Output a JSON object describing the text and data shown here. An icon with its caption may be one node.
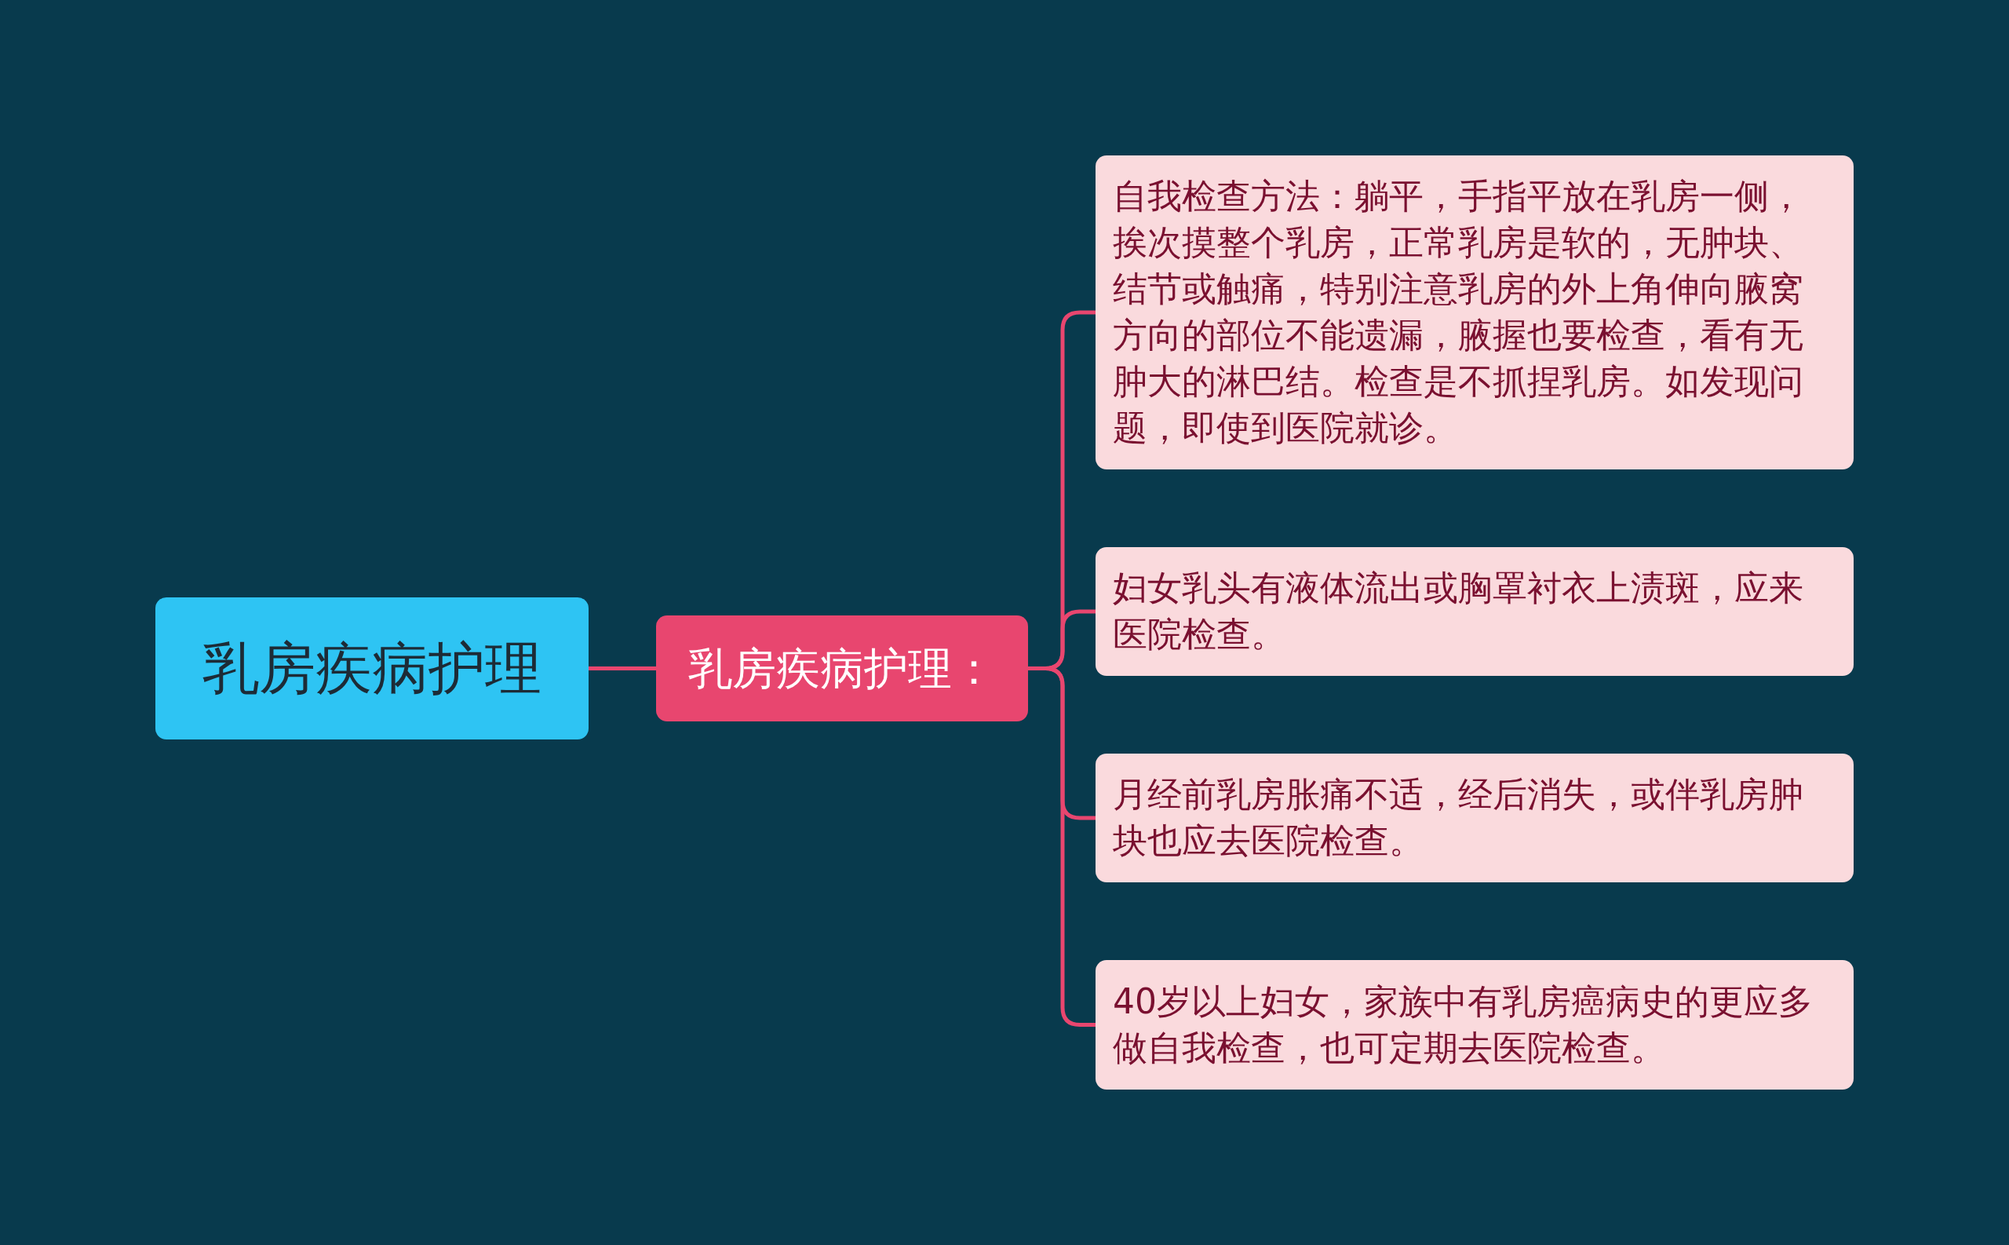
{
  "diagram": {
    "nodes": [
      {
        "text": [
          "乳房疾病护理"
        ]
      },
      {
        "text": [
          "乳房疾病护理："
        ]
      },
      {
        "text": [
          "自我检查方法：躺平，手指平放在乳房一侧，挨次摸整个乳房，正常乳房是软的，无肿块、结节或触痛，特别注意乳房的外上角伸向腋窝方向的部位不能遗漏，腋握也要检查，看有无肿大的淋巴结。检查是不抓捏乳房。如发现问题，即使到医院就诊。"
        ]
      },
      {
        "text": [
          "妇女乳头有液体流出或胸罩衬衣上渍斑，应来医院检查。"
        ]
      },
      {
        "text": [
          "月经前乳房胀痛不适，经后消失，或伴乳房肿块也应去医院检查。"
        ]
      },
      {
        "text": [
          "40岁以上妇女，家族中有乳房癌病史的更应多做自我检查，也可定期去医院检查。"
        ]
      }
    ],
    "edges": [
      {
        "from": 0,
        "to": 1,
        "arrow": "none"
      },
      {
        "from": 1,
        "to": 2,
        "arrow": "none"
      },
      {
        "from": 1,
        "to": 3,
        "arrow": "none"
      },
      {
        "from": 1,
        "to": 4,
        "arrow": "none"
      },
      {
        "from": 1,
        "to": 5,
        "arrow": "none"
      }
    ]
  }
}
